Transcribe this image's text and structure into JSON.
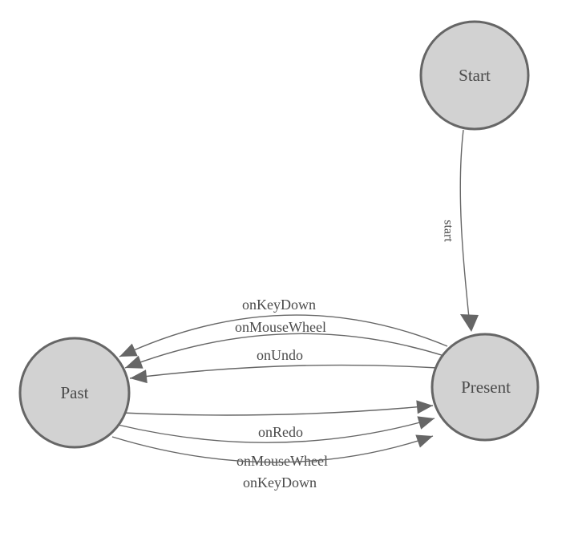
{
  "diagram": {
    "type": "state-machine",
    "colors": {
      "background": "#ffffff",
      "node_fill": "#d2d2d2",
      "node_stroke": "#666666",
      "edge_stroke": "#666666",
      "arrow_fill": "#666666",
      "label_color": "#4a4a4a"
    },
    "nodes": [
      {
        "id": "start",
        "label": "Start"
      },
      {
        "id": "past",
        "label": "Past"
      },
      {
        "id": "present",
        "label": "Present"
      }
    ],
    "edges": [
      {
        "from": "start",
        "to": "present",
        "label": "start"
      },
      {
        "from": "present",
        "to": "past",
        "label": "onKeyDown"
      },
      {
        "from": "present",
        "to": "past",
        "label": "onMouseWheel"
      },
      {
        "from": "present",
        "to": "past",
        "label": "onUndo"
      },
      {
        "from": "past",
        "to": "present",
        "label": "onRedo"
      },
      {
        "from": "past",
        "to": "present",
        "label": "onMouseWheel"
      },
      {
        "from": "past",
        "to": "present",
        "label": "onKeyDown"
      }
    ]
  }
}
